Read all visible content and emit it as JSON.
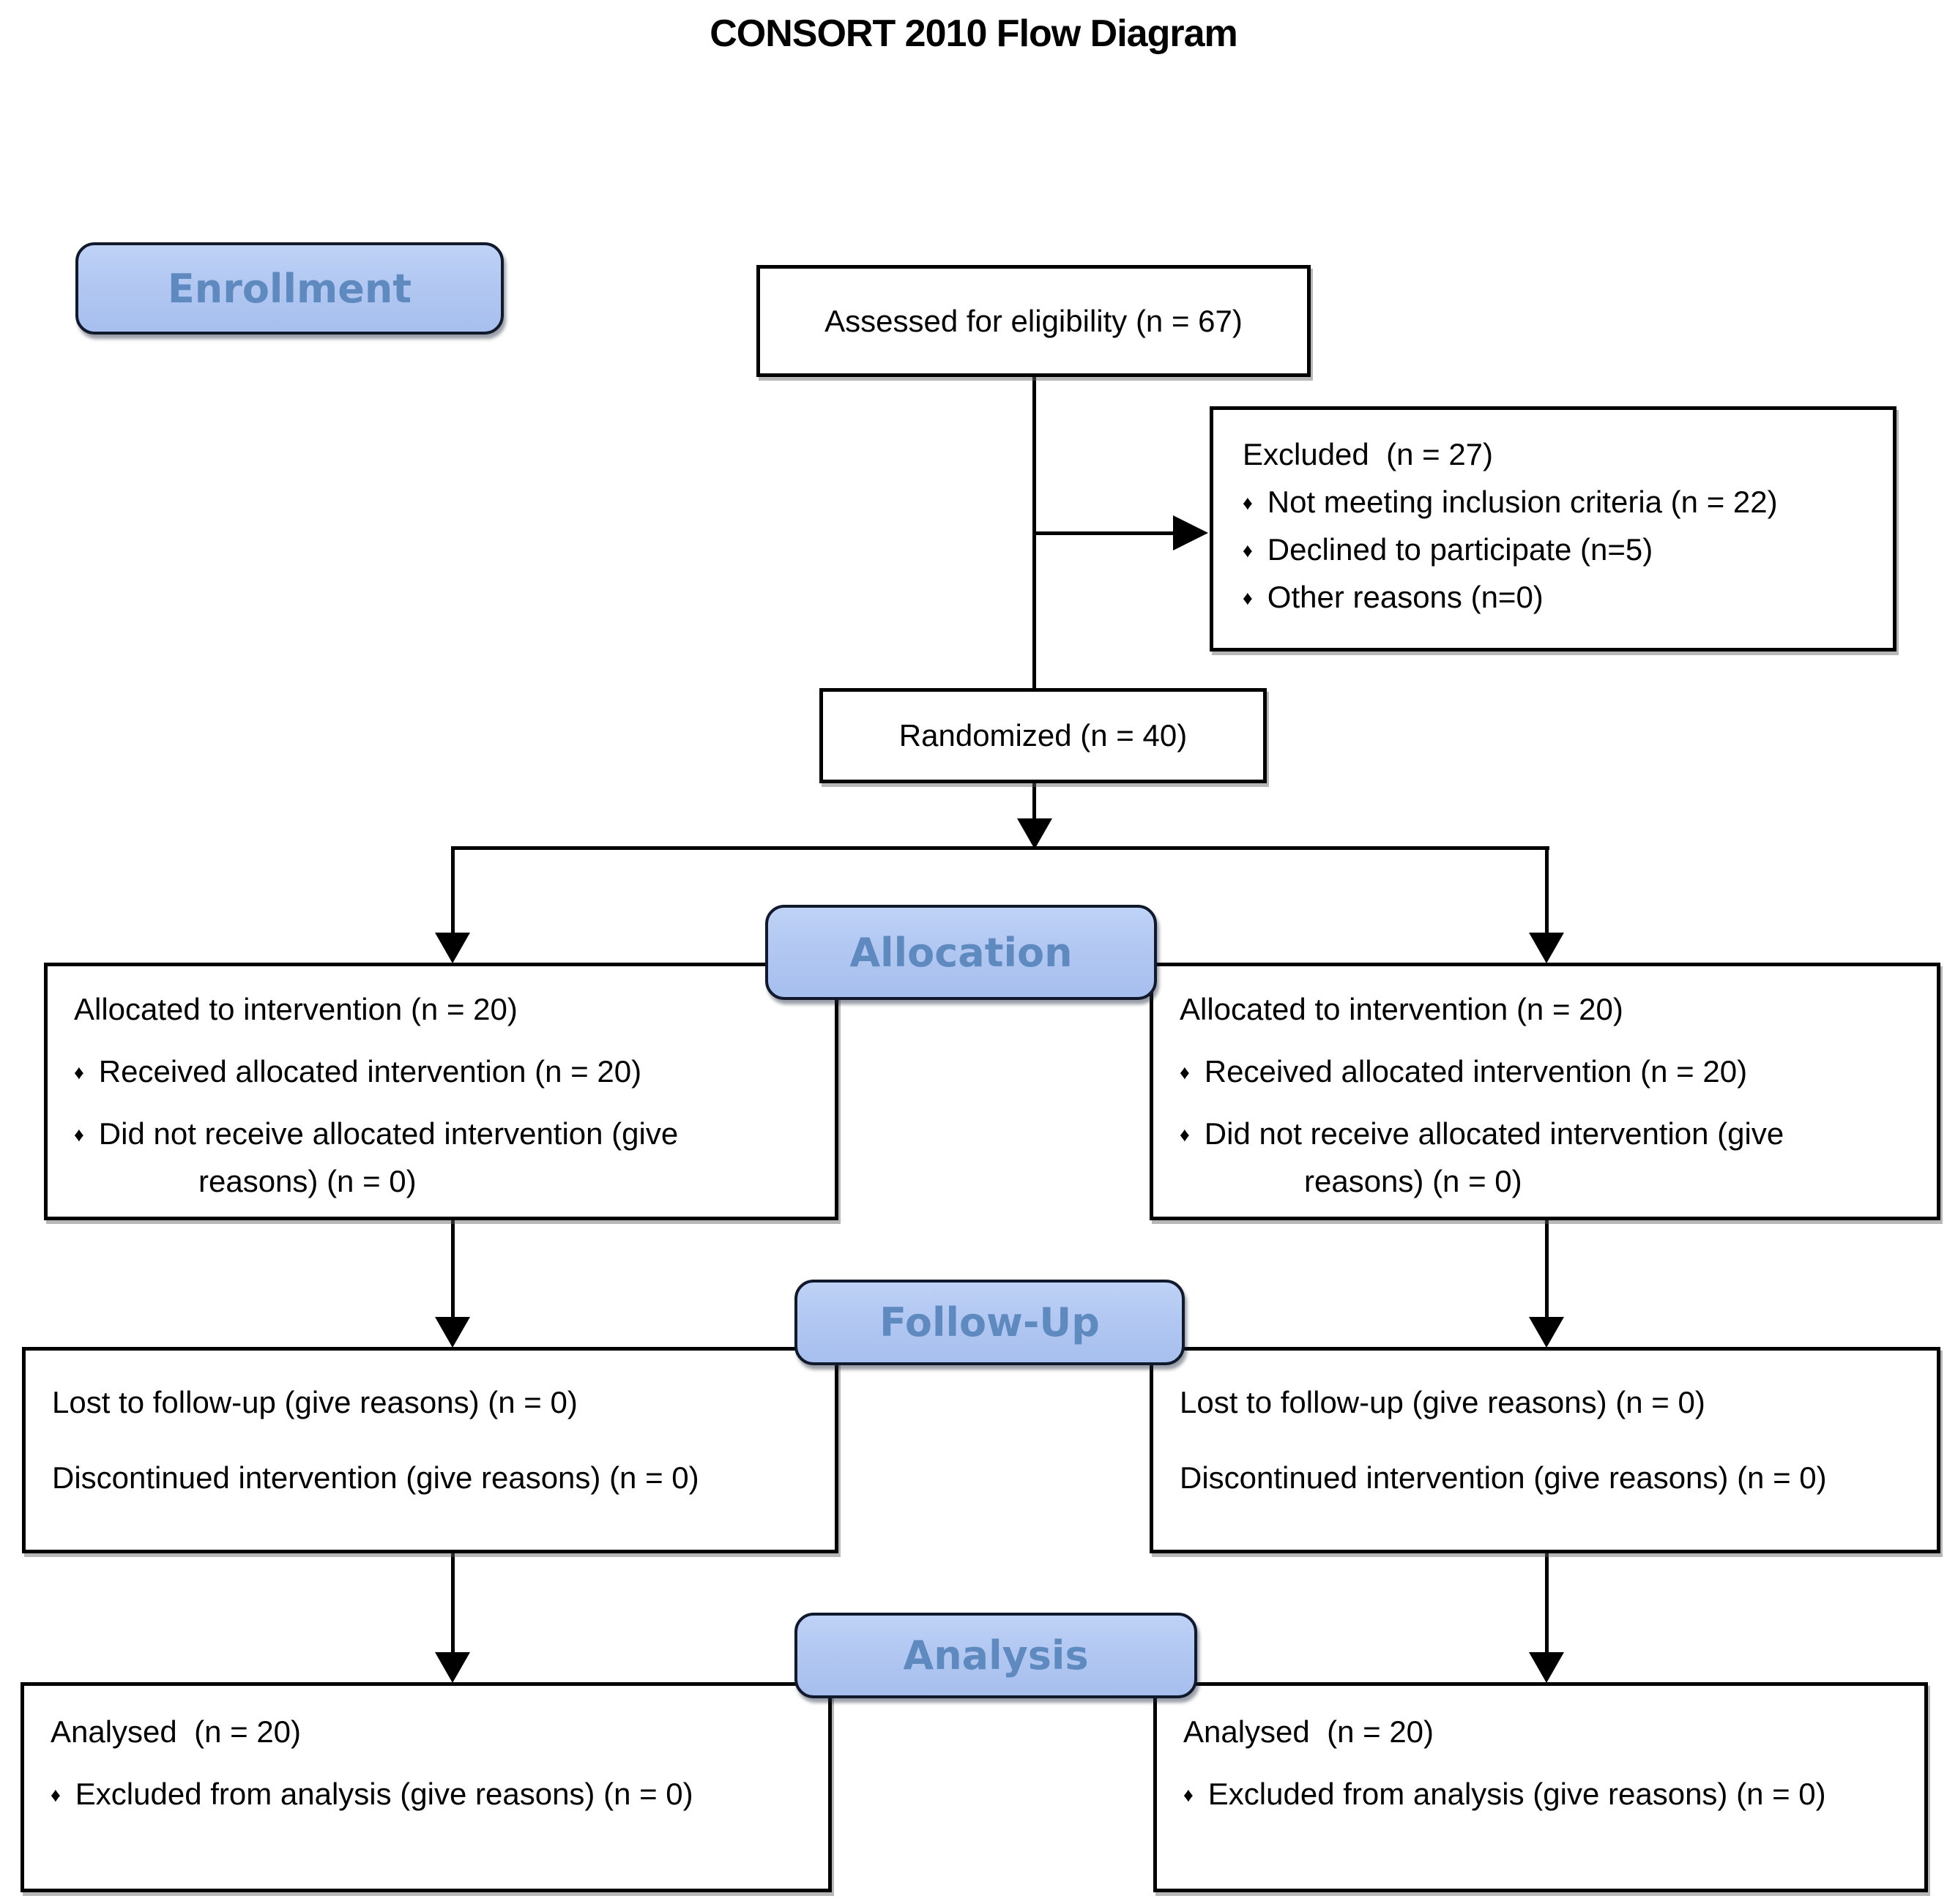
{
  "title": "CONSORT 2010 Flow Diagram",
  "glyphs": {
    "bullet": "♦"
  },
  "colors": {
    "badge_fill": "#b2c8f2",
    "badge_border": "#101a2c",
    "badge_text": "#5e8ac0",
    "box_border": "#000000",
    "background": "#ffffff"
  },
  "stages": {
    "enrollment": "Enrollment",
    "allocation": "Allocation",
    "followup": "Follow-Up",
    "analysis": "Analysis"
  },
  "boxes": {
    "assessed": {
      "text": "Assessed for eligibility (n = 67)"
    },
    "excluded": {
      "title": "Excluded  (n = 27)",
      "bullets": [
        "Not meeting inclusion criteria (n = 22)",
        "Declined to participate (n=5)",
        "Other reasons (n=0)"
      ]
    },
    "randomized": {
      "text": "Randomized (n = 40)"
    },
    "allocation_left": {
      "title": "Allocated to intervention (n = 20)",
      "bullets": [
        "Received allocated intervention (n = 20)",
        "Did not receive allocated intervention (give reasons) (n = 0)"
      ]
    },
    "allocation_right": {
      "title": "Allocated to intervention (n = 20)",
      "bullets": [
        "Received allocated intervention (n = 20)",
        "Did not receive allocated intervention (give reasons) (n = 0)"
      ]
    },
    "followup_left": {
      "lines": [
        "Lost to follow-up (give reasons) (n = 0)",
        "Discontinued intervention (give reasons) (n = 0)"
      ]
    },
    "followup_right": {
      "lines": [
        "Lost to follow-up (give reasons) (n = 0)",
        "Discontinued intervention (give reasons) (n = 0)"
      ]
    },
    "analysis_left": {
      "title": "Analysed  (n = 20)",
      "bullets": [
        "Excluded from analysis (give reasons) (n = 0)"
      ]
    },
    "analysis_right": {
      "title": "Analysed  (n = 20)",
      "bullets": [
        "Excluded from analysis (give reasons) (n = 0)"
      ]
    }
  }
}
